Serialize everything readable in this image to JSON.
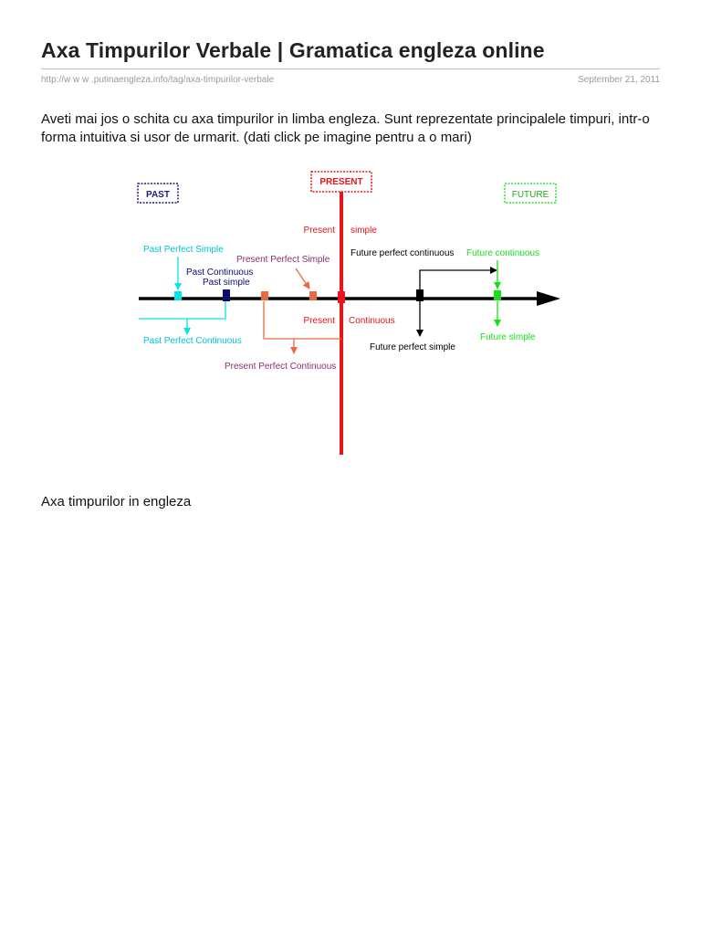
{
  "page": {
    "title": "Axa Timpurilor Verbale | Gramatica engleza online",
    "url": "http://w w w .putinaengleza.info/tag/axa-timpurilor-verbale",
    "date": "September 21, 2011",
    "intro": "Aveti mai jos o schita cu axa timpurilor in limba engleza. Sunt reprezentate principalele timpuri, intr-o forma intuitiva si usor de urmarit. (dati click pe imagine pentru a o mari)",
    "caption": "Axa timpurilor in engleza"
  },
  "diagram": {
    "boxes": {
      "past": "PAST",
      "present": "PRESENT",
      "future": "FUTURE"
    },
    "labels": {
      "present_simple_a": "Present",
      "present_simple_b": "simple",
      "past_perfect_simple": "Past Perfect Simple",
      "present_perfect_simple": "Present Perfect Simple",
      "past_continuous": "Past Continuous",
      "past_simple": "Past   simple",
      "future_perfect_continuous": "Future perfect continuous",
      "future_continuous": "Future continuous",
      "present_continuous_a": "Present",
      "present_continuous_b": "Continuous",
      "past_perfect_continuous": "Past Perfect Continuous",
      "future_perfect_simple": "Future perfect simple",
      "future_simple": "Future simple",
      "present_perfect_continuous": "Present Perfect Continuous"
    },
    "colors": {
      "present": "#e8151b",
      "past_box": "#1c1c7e",
      "future_box": "#33dd33",
      "past_perfect": "#00e5ee",
      "past_simple": "#0b0b6e",
      "present_perfect": "#e96a3e",
      "present_perfect_text": "#8b2f6f",
      "future_perfect": "#000000",
      "future_simple": "#18e018",
      "axis": "#000000"
    }
  }
}
